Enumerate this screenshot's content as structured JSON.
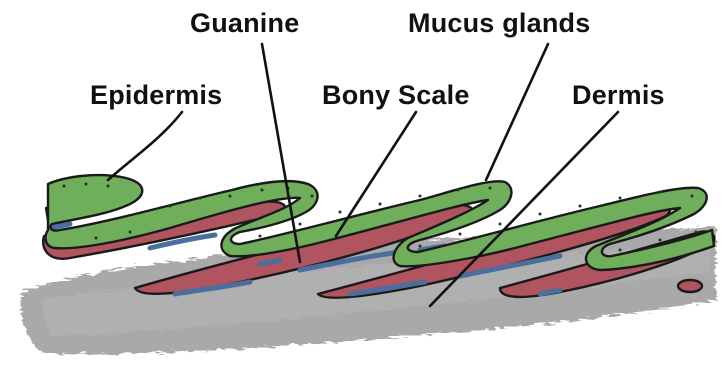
{
  "diagram": {
    "labels": {
      "epidermis": "Epidermis",
      "guanine": "Guanine",
      "mucus_glands": "Mucus glands",
      "bony_scale": "Bony Scale",
      "dermis": "Dermis"
    },
    "colors": {
      "dermis": "#a9a9a9",
      "bony_scale": "#b0545f",
      "guanine": "#4a6f9f",
      "epidermis": "#6fae5a",
      "outline": "#1a1a1a",
      "text": "#111111"
    }
  }
}
